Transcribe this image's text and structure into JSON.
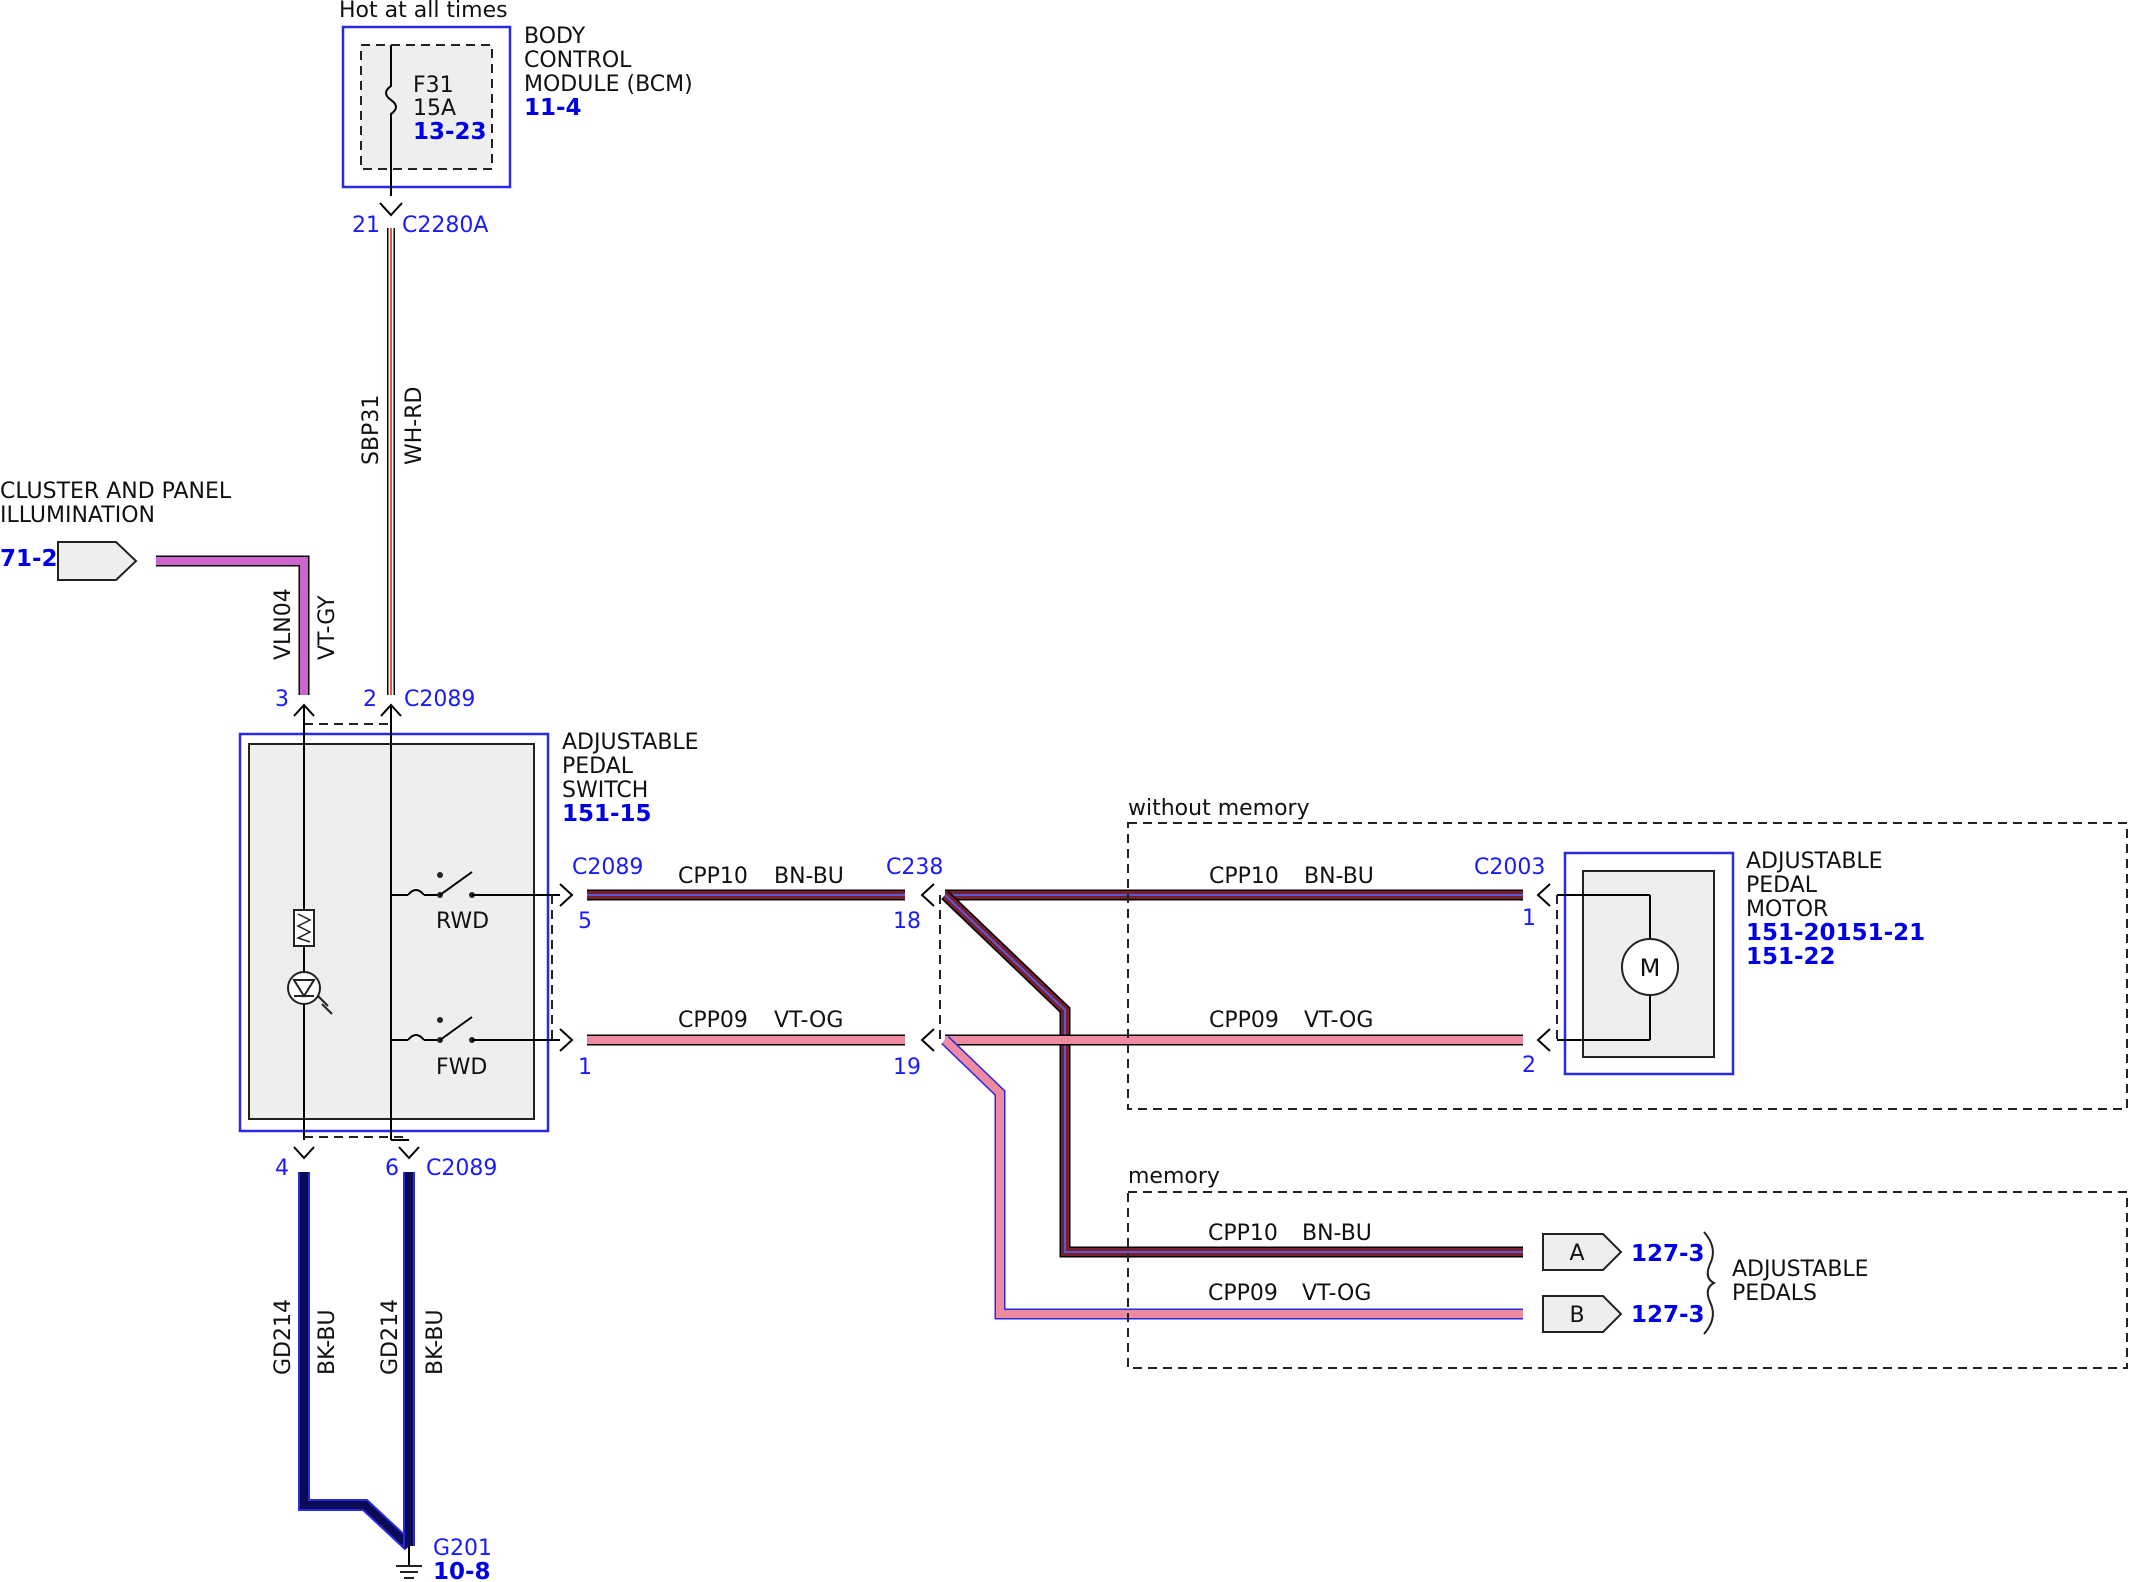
{
  "bcm": {
    "heading": "Hot at all times",
    "title_line1": "BODY",
    "title_line2": "CONTROL",
    "title_line3": "MODULE (BCM)",
    "ref": "11-4",
    "fuse_id": "F31",
    "fuse_rating": "15A",
    "fuse_ref": "13-23",
    "pin": "21",
    "connector": "C2280A"
  },
  "wire_sbp31": {
    "circuit": "SBP31",
    "color": "WH-RD"
  },
  "cluster": {
    "title_line1": "CLUSTER AND PANEL",
    "title_line2": "ILLUMINATION",
    "ref": "71-2"
  },
  "wire_vln04": {
    "circuit": "VLN04",
    "color": "VT-GY"
  },
  "switch": {
    "title_line1": "ADJUSTABLE",
    "title_line2": "PEDAL",
    "title_line3": "SWITCH",
    "ref": "151-15",
    "top_pin_left": "3",
    "top_pin_right": "2",
    "top_connector": "C2089",
    "rwd_label": "RWD",
    "fwd_label": "FWD",
    "out_connector": "C2089",
    "out_pin_rwd": "5",
    "out_pin_fwd": "1",
    "bottom_pin_left": "4",
    "bottom_pin_right": "6",
    "bottom_connector": "C2089"
  },
  "c238": {
    "connector": "C238",
    "pin_top": "18",
    "pin_bottom": "19"
  },
  "wire_cpp10": {
    "circuit": "CPP10",
    "color": "BN-BU"
  },
  "wire_cpp09": {
    "circuit": "CPP09",
    "color": "VT-OG"
  },
  "without_memory": {
    "label": "without memory"
  },
  "motor": {
    "connector": "C2003",
    "pin_top": "1",
    "pin_bottom": "2",
    "title_line1": "ADJUSTABLE",
    "title_line2": "PEDAL",
    "title_line3": "MOTOR",
    "ref_line1": "151-20151-21",
    "ref_line2": "151-22",
    "symbol": "M"
  },
  "memory": {
    "label": "memory",
    "conn_a": "A",
    "conn_b": "B",
    "ref_a": "127-3",
    "ref_b": "127-3",
    "dest_line1": "ADJUSTABLE",
    "dest_line2": "PEDALS"
  },
  "wire_gd214": {
    "circuit": "GD214",
    "color": "BK-BU"
  },
  "ground": {
    "id": "G201",
    "ref": "10-8"
  },
  "colors": {
    "wh_rd": "#e8553a",
    "vt_gy": "#cc66cc",
    "bn_bu": "#7a1f2a",
    "vt_og": "#f08aa0",
    "bk_bu": "#0a0a55",
    "blue_accent": "#2a2ae0"
  }
}
